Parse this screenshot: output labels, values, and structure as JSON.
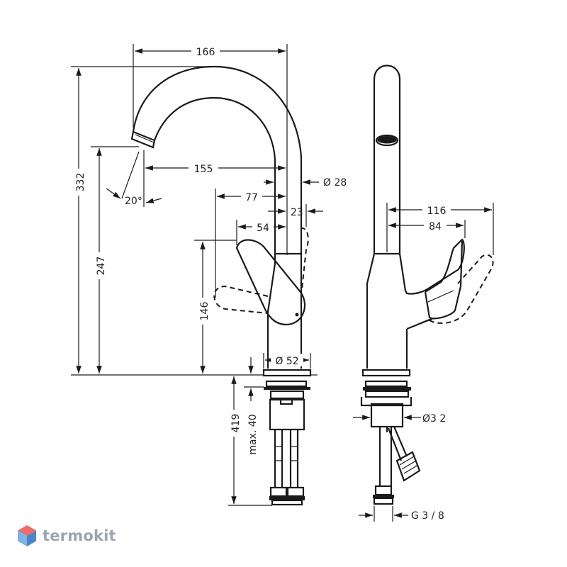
{
  "dimensions": {
    "d166": "166",
    "d155": "155",
    "d77": "77",
    "d54": "54",
    "d23": "23",
    "d28": "Ø 28",
    "d20": "20°",
    "d332": "332",
    "d247": "247",
    "d146": "146",
    "d52": "Ø 52",
    "d419": "419",
    "dmax40": "max. 40",
    "d116": "116",
    "d84": "84",
    "d32": "Ø3 2",
    "dG38": "G 3 / 8"
  },
  "brand": {
    "name": "termokit",
    "logo_icon": "hexagon-cube-icon",
    "colors": {
      "top": "#f06a6a",
      "left": "#7fb2e5",
      "right": "#4a86c8"
    }
  },
  "colors": {
    "line": "#1a1a1a",
    "text": "#222222"
  }
}
